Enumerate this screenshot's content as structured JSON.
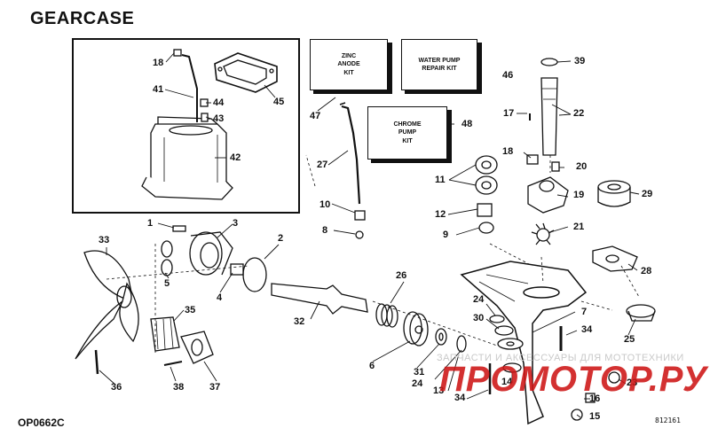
{
  "title": "GEARCASE",
  "figure_code": "OP0662C",
  "serial": "812161",
  "kits": {
    "zinc_anode": "ZINC\nANODE\nKIT",
    "water_pump": "WATER PUMP\nREPAIR KIT",
    "chrome_pump": "CHROME\nPUMP\nKIT"
  },
  "callouts": {
    "c1": "1",
    "c2": "2",
    "c3": "3",
    "c4": "4",
    "c5": "5",
    "c6": "6",
    "c7": "7",
    "c8": "8",
    "c9": "9",
    "c10": "10",
    "c11": "11",
    "c12": "12",
    "c13": "13",
    "c14": "14",
    "c15": "15",
    "c16": "16",
    "c17": "17",
    "c18a": "18",
    "c18b": "18",
    "c19": "19",
    "c20": "20",
    "c21": "21",
    "c22": "22",
    "c23": "23",
    "c24a": "24",
    "c24b": "24",
    "c25": "25",
    "c26": "26",
    "c27": "27",
    "c28": "28",
    "c29": "29",
    "c30": "30",
    "c31": "31",
    "c32": "32",
    "c33": "33",
    "c34a": "34",
    "c34b": "34",
    "c35": "35",
    "c36": "36",
    "c37": "37",
    "c38": "38",
    "c39": "39",
    "c41": "41",
    "c42": "42",
    "c43": "43",
    "c44": "44",
    "c45": "45",
    "c46": "46",
    "c47": "47",
    "c48": "48"
  },
  "watermark": {
    "caption": "ЗАПЧАСТИ И АКСЕССУАРЫ ДЛЯ МОТОТЕХНИКИ",
    "brand": "ПРОМОТОР.РУ",
    "color": "#cd1414"
  }
}
